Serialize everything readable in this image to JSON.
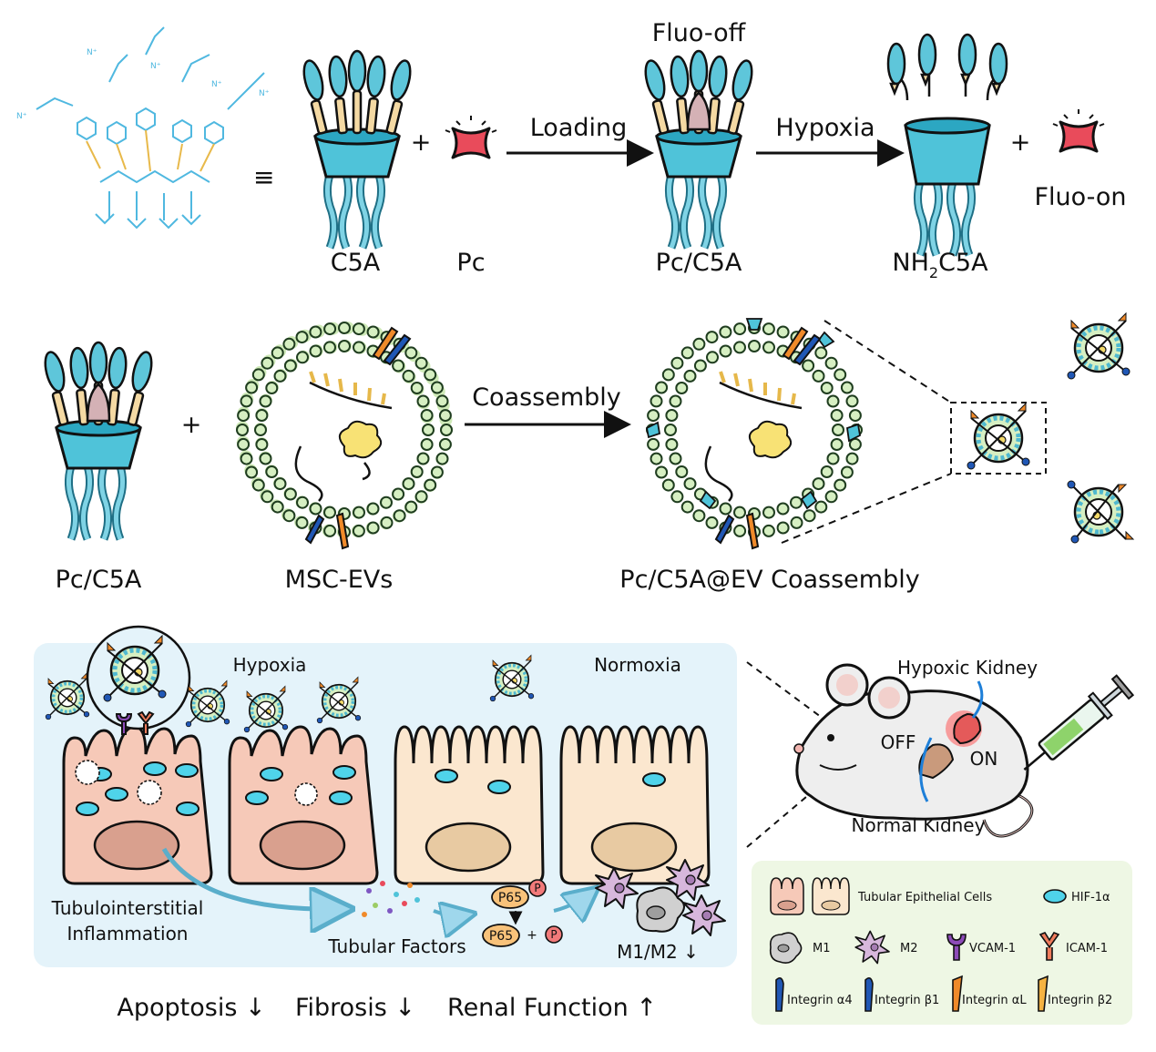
{
  "top_row": {
    "label_c5a": "C5A",
    "label_pc": "Pc",
    "label_pcc5a": "Pc/C5A",
    "label_nh2c5a_main": "NH",
    "label_nh2c5a_sub": "2",
    "label_nh2c5a_tail": "C5A",
    "arrow_loading": "Loading",
    "arrow_hypoxia": "Hypoxia",
    "fluo_off": "Fluo-off",
    "fluo_on": "Fluo-on",
    "plus": "+",
    "equiv": "≡"
  },
  "middle_row": {
    "label_pcc5a": "Pc/C5A",
    "label_mscevs": "MSC-EVs",
    "label_coassembly_product": "Pc/C5A@EV Coassembly",
    "arrow_coassembly": "Coassembly",
    "plus": "+"
  },
  "bottom_panel": {
    "hypoxia": "Hypoxia",
    "normoxia": "Normoxia",
    "inflammation_line1": "Tubulointerstitial",
    "inflammation_line2": "Inflammation",
    "tubular_factors": "Tubular Factors",
    "p65": "P65",
    "p": "P",
    "plus": "+",
    "m1m2": "M1/M2 ↓"
  },
  "mouse": {
    "hypoxic_kidney": "Hypoxic Kidney",
    "normal_kidney": "Normal Kidney",
    "off": "OFF",
    "on": "ON"
  },
  "outcomes": {
    "apoptosis": "Apoptosis ↓",
    "fibrosis": "Fibrosis ↓",
    "renal_function": "Renal Function ↑"
  },
  "legend": {
    "tubular_cells": "Tubular Epithelial Cells",
    "hif": "HIF-1α",
    "m1": "M1",
    "m2": "M2",
    "vcam": "VCAM-1",
    "icam": "ICAM-1",
    "int_a4": "Integrin α4",
    "int_b1": "Integrin β1",
    "int_al": "Integrin αL",
    "int_b2": "Integrin β2"
  },
  "colors": {
    "cyan": "#4fc3d9",
    "cyan_dark": "#2a8fa8",
    "pc_red": "#e94b5b",
    "lipid_green": "#d6efc2",
    "panel_blue": "#e4f3fa",
    "legend_green": "#eef7e4",
    "cell_pink": "#f6c9b8",
    "cell_cream": "#fbe7cf",
    "orange": "#f08a2a",
    "blue": "#2057b5"
  },
  "icons": [
    "c5a-macrocycle-icon",
    "pc-dye-icon",
    "ev-vesicle-icon",
    "tubular-cell-icon",
    "mouse-icon",
    "syringe-icon",
    "macrophage-icon"
  ]
}
